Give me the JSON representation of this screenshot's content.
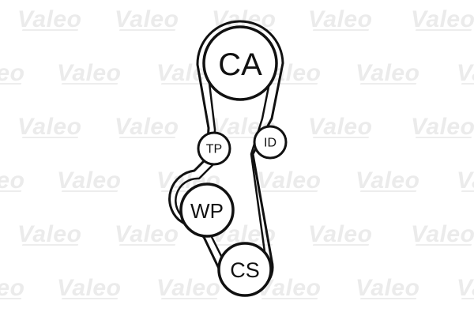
{
  "watermark": {
    "text": "Valeo"
  },
  "pulleys": {
    "ca": {
      "label": "CA"
    },
    "tp": {
      "label": "TP"
    },
    "id": {
      "label": "ID"
    },
    "wp": {
      "label": "WP"
    },
    "cs": {
      "label": "CS"
    }
  },
  "colors": {
    "stroke": "#111111",
    "watermark": "#ebebeb",
    "background": "#ffffff"
  }
}
